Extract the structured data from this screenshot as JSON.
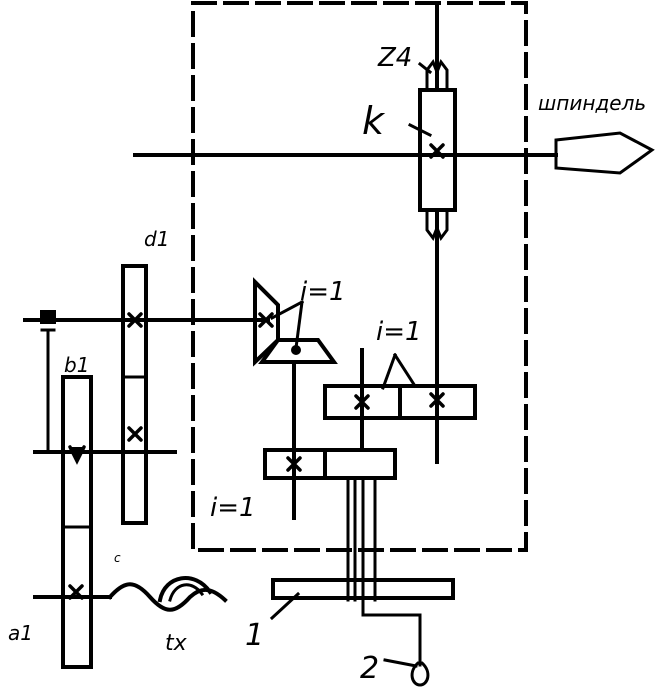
{
  "diagram": {
    "labels": {
      "z4": "Z4",
      "k": "k",
      "spindle": "шпиндель",
      "d1": "d1",
      "b1": "b1",
      "i_top": "i=1",
      "i_right": "i=1",
      "i_bottom": "i=1",
      "a1": "a1",
      "c1": "c",
      "tx": "tx",
      "one": "1",
      "two": "2"
    },
    "colors": {
      "stroke": "#000000",
      "background": "#ffffff"
    }
  }
}
